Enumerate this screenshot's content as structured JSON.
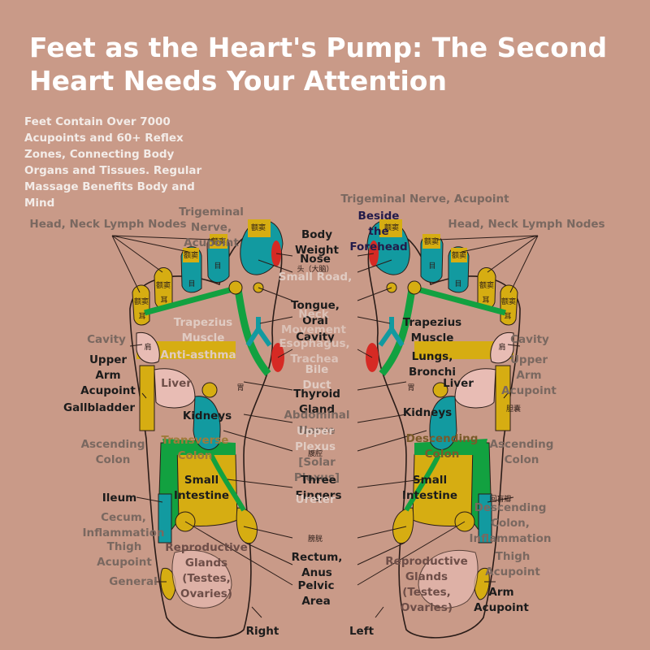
{
  "title": "Feet as the Heart's Pump: The Second Heart Needs Your Attention",
  "subtitle": "Feet Contain Over 7000 Acupoints and 60+ Reflex Zones, Connecting Body Organs and Tissues. Regular Massage Benefits Body and Mind",
  "colors": {
    "background": "#c99a88",
    "teal": "#129aa0",
    "green": "#12a140",
    "yellow": "#d6ad12",
    "red": "#d62a24",
    "pink": "#e8bcb4",
    "outline": "#2a1c18"
  },
  "labels": {
    "trigeminal_left": "Trigeminal Nerve, Acupoint",
    "trigeminal_right": "Trigeminal Nerve, Acupoint",
    "head_neck_left": "Head, Neck Lymph Nodes",
    "head_neck_right": "Head, Neck Lymph Nodes",
    "beside_forehead": "Beside the Forehead",
    "body_weight": "Body Weight",
    "nose": "Nose",
    "chinese_head": "头（大脑）",
    "small_road": "Small Road,",
    "tongue_oral": "Tongue, Oral",
    "neck_movement": "Neck Movement",
    "cavity_mid": "Cavity",
    "esophagus": "Esophagus, Trachea",
    "bile_duct": "Bile Duct",
    "thyroid": "Thyroid Gland",
    "abdominal": "Abdominal Nerve",
    "upper_plexus": "Upper Plexus",
    "chinese_plexus": "腹腔",
    "solar_plexus": "[Solar Plexus]",
    "three_fingers": "Three Fingers",
    "ureter": "Ureter",
    "chinese_bladder": "膀胱",
    "rectum_anus": "Rectum, Anus",
    "pelvic_area": "Pelvic Area",
    "trapezius_left": "Trapezius Muscle",
    "trapezius_right": "Trapezius Muscle",
    "anti_asthma": "Anti-asthma",
    "lungs_bronchi": "Lungs, Bronchi",
    "cavity_left": "Cavity",
    "cavity_right": "Cavity",
    "upper_arm_left": "Upper Arm Acupoint",
    "upper_arm_right": "Upper Arm Acupoint",
    "gallbladder": "Gallbladder",
    "chinese_gallbladder": "胆囊",
    "liver_left": "Liver",
    "liver_right": "Liver",
    "kidneys_left": "Kidneys",
    "kidneys_right": "Kidneys",
    "ascending_colon_left": "Ascending Colon",
    "ascending_colon_right": "Ascending Colon",
    "transverse_colon": "Transverse Colon",
    "descending_colon_top": "Descending Colon",
    "small_intestine_left": "Small Intestine",
    "small_intestine_right": "Small Intestine",
    "ileum": "Ileum",
    "chinese_ileum": "回盲瓣",
    "cecum": "Cecum, Inflammation",
    "descending_colon_right": "Descending Colon, Inflammation",
    "thigh_left": "Thigh Acupoint",
    "thigh_right": "Thigh Acupoint",
    "general": "General",
    "arm_acupoint": "Arm Acupoint",
    "repro_left": "Reproductive Glands (Testes, Ovaries)",
    "repro_right": "Reproductive Glands (Testes, Ovaries)",
    "right_foot": "Right",
    "left_foot": "Left",
    "toe_nasal": "额窦",
    "toe_eye": "目",
    "toe_ear": "耳",
    "shoulder": "肩",
    "stomach": "胃"
  }
}
